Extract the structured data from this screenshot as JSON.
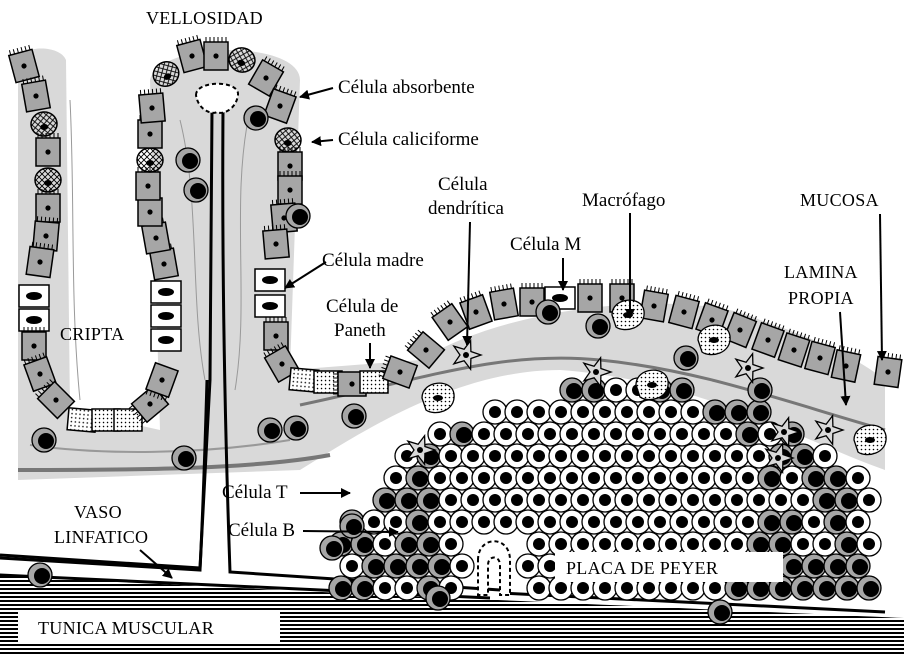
{
  "labels": {
    "vellosidad": "VELLOSIDAD",
    "celula_absorbente": "Célula absorbente",
    "celula_caliciforme": "Célula caliciforme",
    "celula_dendritica_1": "Célula",
    "celula_dendritica_2": "dendrítica",
    "macrofago": "Macrófago",
    "mucosa": "MUCOSA",
    "celula_m": "Célula M",
    "celula_madre": "Célula madre",
    "lamina_propia_1": "LAMINA",
    "lamina_propia_2": "PROPIA",
    "celula_paneth_1": "Célula de",
    "celula_paneth_2": "Paneth",
    "cripta": "CRIPTA",
    "celula_t": "Célula T",
    "celula_b": "Célula B",
    "vaso_linfatico_1": "VASO",
    "vaso_linfatico_2": "LINFATICO",
    "placa_de_peyer": "PLACA DE PEYER",
    "tunica_muscular": "TUNICA MUSCULAR"
  },
  "colors": {
    "lamina_fill": "#d9d9d9",
    "epithelial_cell": "#a6a6a6",
    "line": "#000000",
    "background": "#ffffff"
  }
}
